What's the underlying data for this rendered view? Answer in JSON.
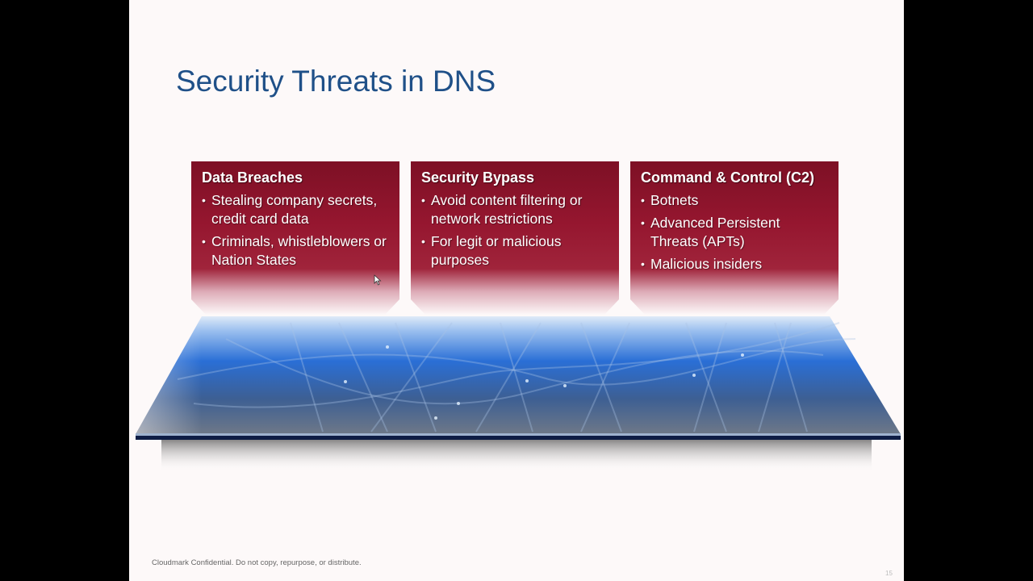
{
  "slide": {
    "title": "Security Threats in DNS",
    "cards": [
      {
        "heading": "Data Breaches",
        "bullets": [
          "Stealing company secrets, credit card data",
          "Criminals, whistleblowers or Nation States"
        ]
      },
      {
        "heading": "Security Bypass",
        "bullets": [
          "Avoid content filtering or network restrictions",
          "For legit or malicious purposes"
        ]
      },
      {
        "heading": "Command & Control (C2)",
        "bullets": [
          "Botnets",
          "Advanced Persistent Threats (APTs)",
          "Malicious insiders"
        ]
      }
    ],
    "footer": "Cloudmark Confidential. Do not copy, repurpose, or distribute.",
    "page_number": "15"
  },
  "colors": {
    "title": "#1f5088",
    "card_red": "#95162f",
    "platform_blue": "#2a6fd6",
    "platform_edge": "#0e1d45"
  }
}
